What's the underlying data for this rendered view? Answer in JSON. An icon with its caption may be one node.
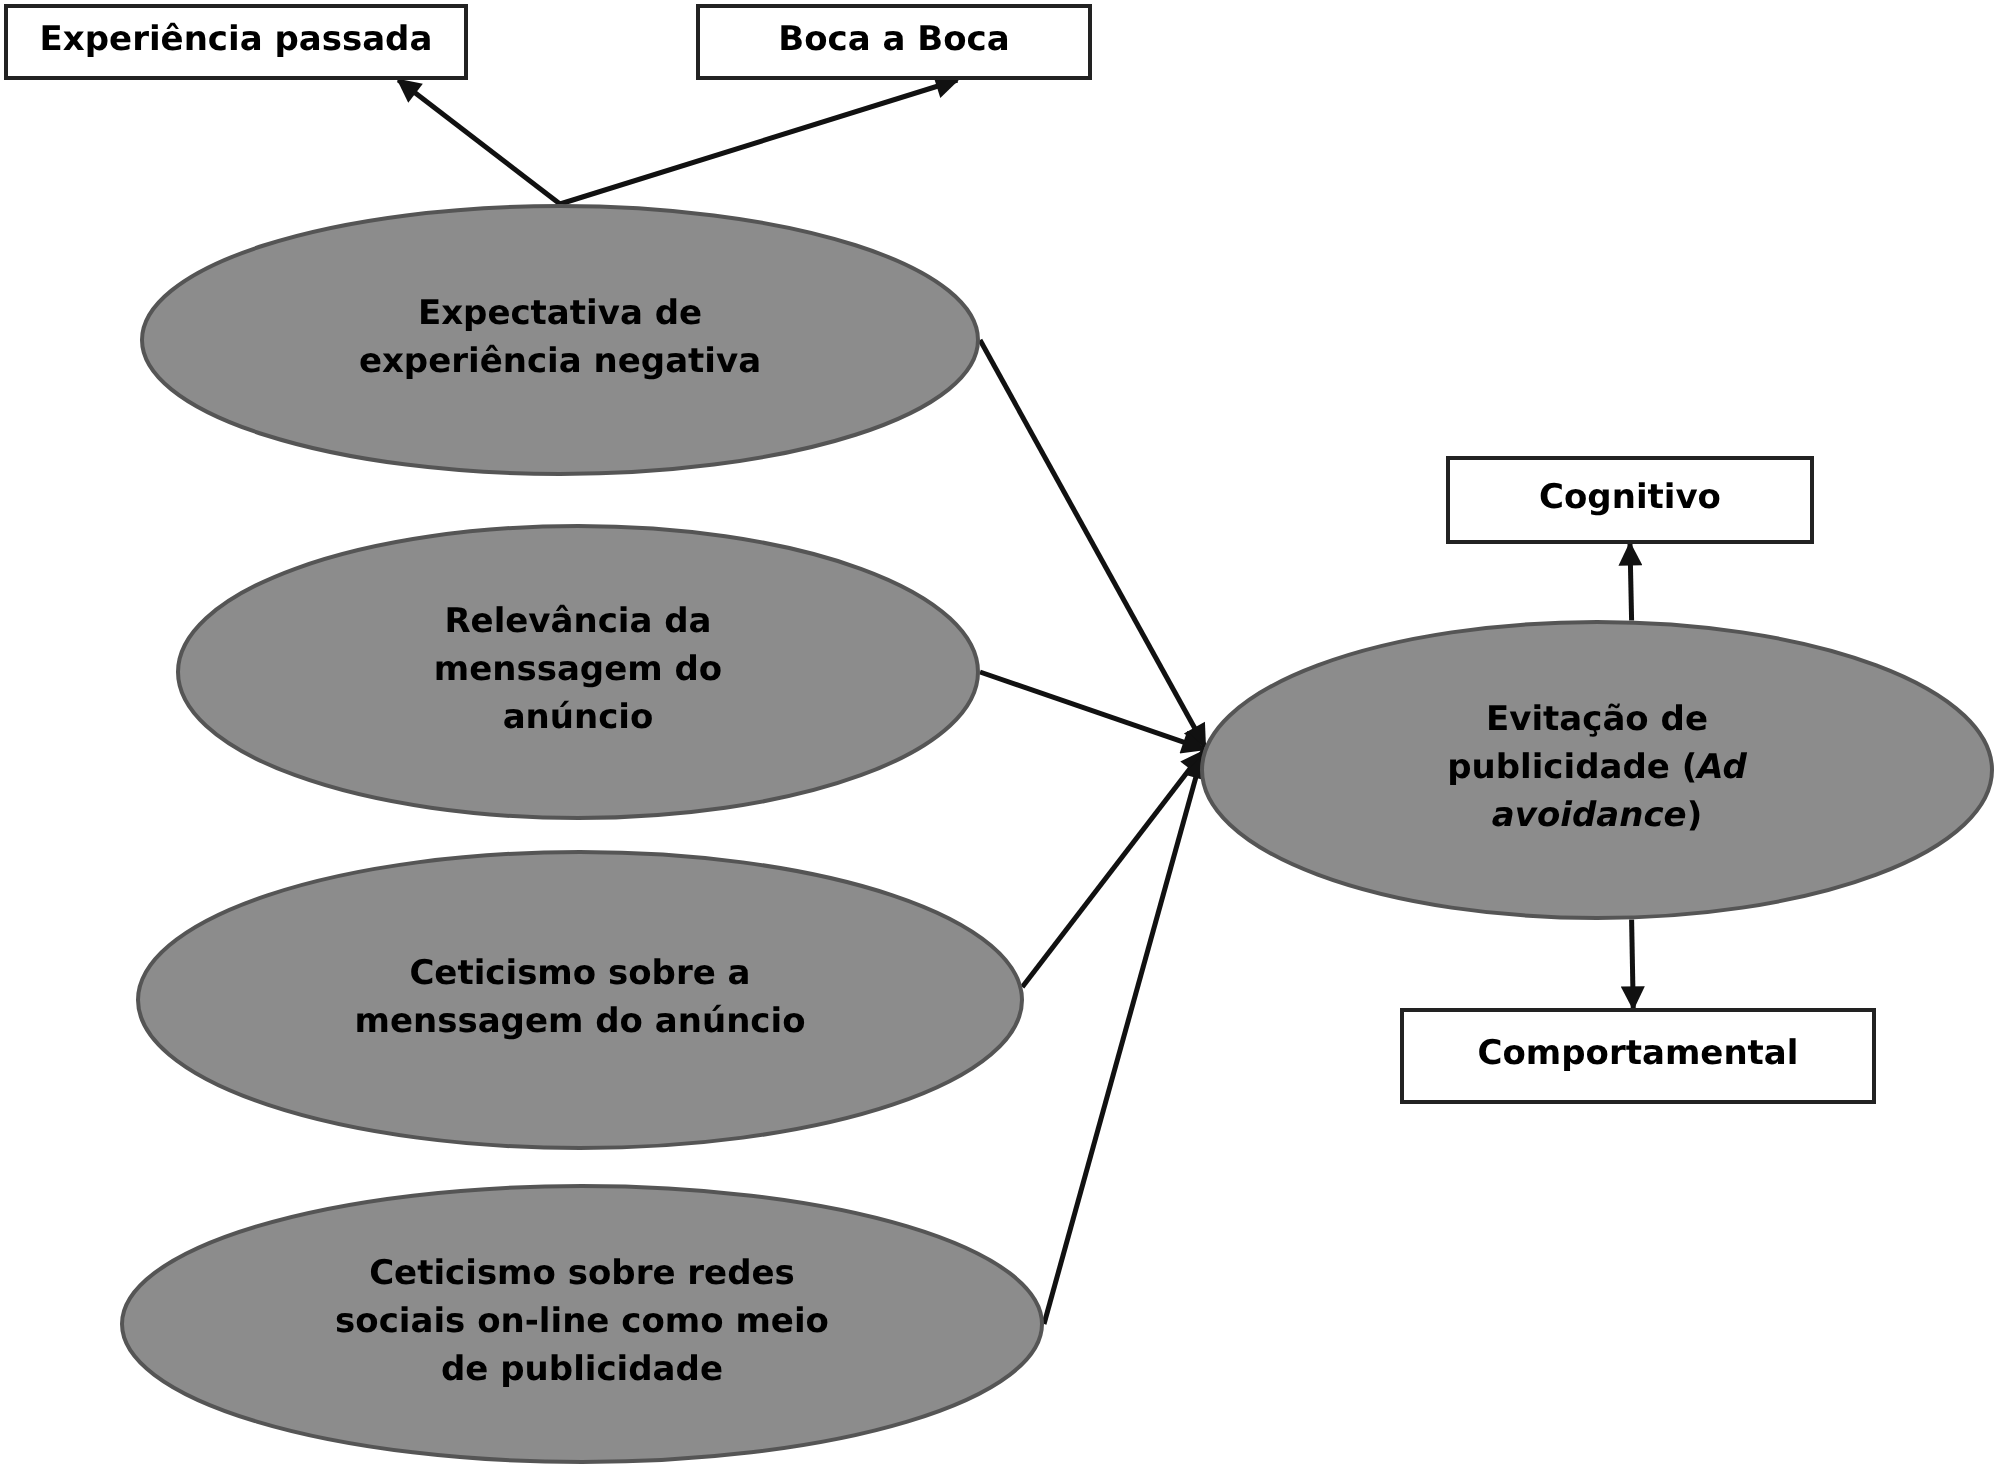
{
  "diagram": {
    "nodes": [
      {
        "text": [
          "Experiência passada"
        ]
      },
      {
        "text": [
          "Boca a Boca"
        ]
      },
      {
        "text": [
          "Expectativa de experiência negativa"
        ]
      },
      {
        "text": [
          "Relevância da menssagem do anúncio"
        ]
      },
      {
        "text": [
          "Ceticismo sobre a menssagem do anúncio"
        ]
      },
      {
        "text": [
          "Ceticismo sobre redes sociais on-line como meio de publicidade"
        ]
      },
      {
        "text": [
          "Evitação de publicidade (*Ad avoidance*)"
        ]
      },
      {
        "text": [
          "Cognitivo"
        ]
      },
      {
        "text": [
          "Comportamental"
        ]
      }
    ],
    "edges": [
      {
        "from": 2,
        "to": 0,
        "arrow": "to"
      },
      {
        "from": 2,
        "to": 1,
        "arrow": "to"
      },
      {
        "from": 2,
        "to": 6,
        "arrow": "to"
      },
      {
        "from": 3,
        "to": 6,
        "arrow": "to"
      },
      {
        "from": 4,
        "to": 6,
        "arrow": "to"
      },
      {
        "from": 5,
        "to": 6,
        "arrow": "to"
      },
      {
        "from": 6,
        "to": 7,
        "arrow": "to"
      },
      {
        "from": 6,
        "to": 8,
        "arrow": "to"
      }
    ]
  }
}
